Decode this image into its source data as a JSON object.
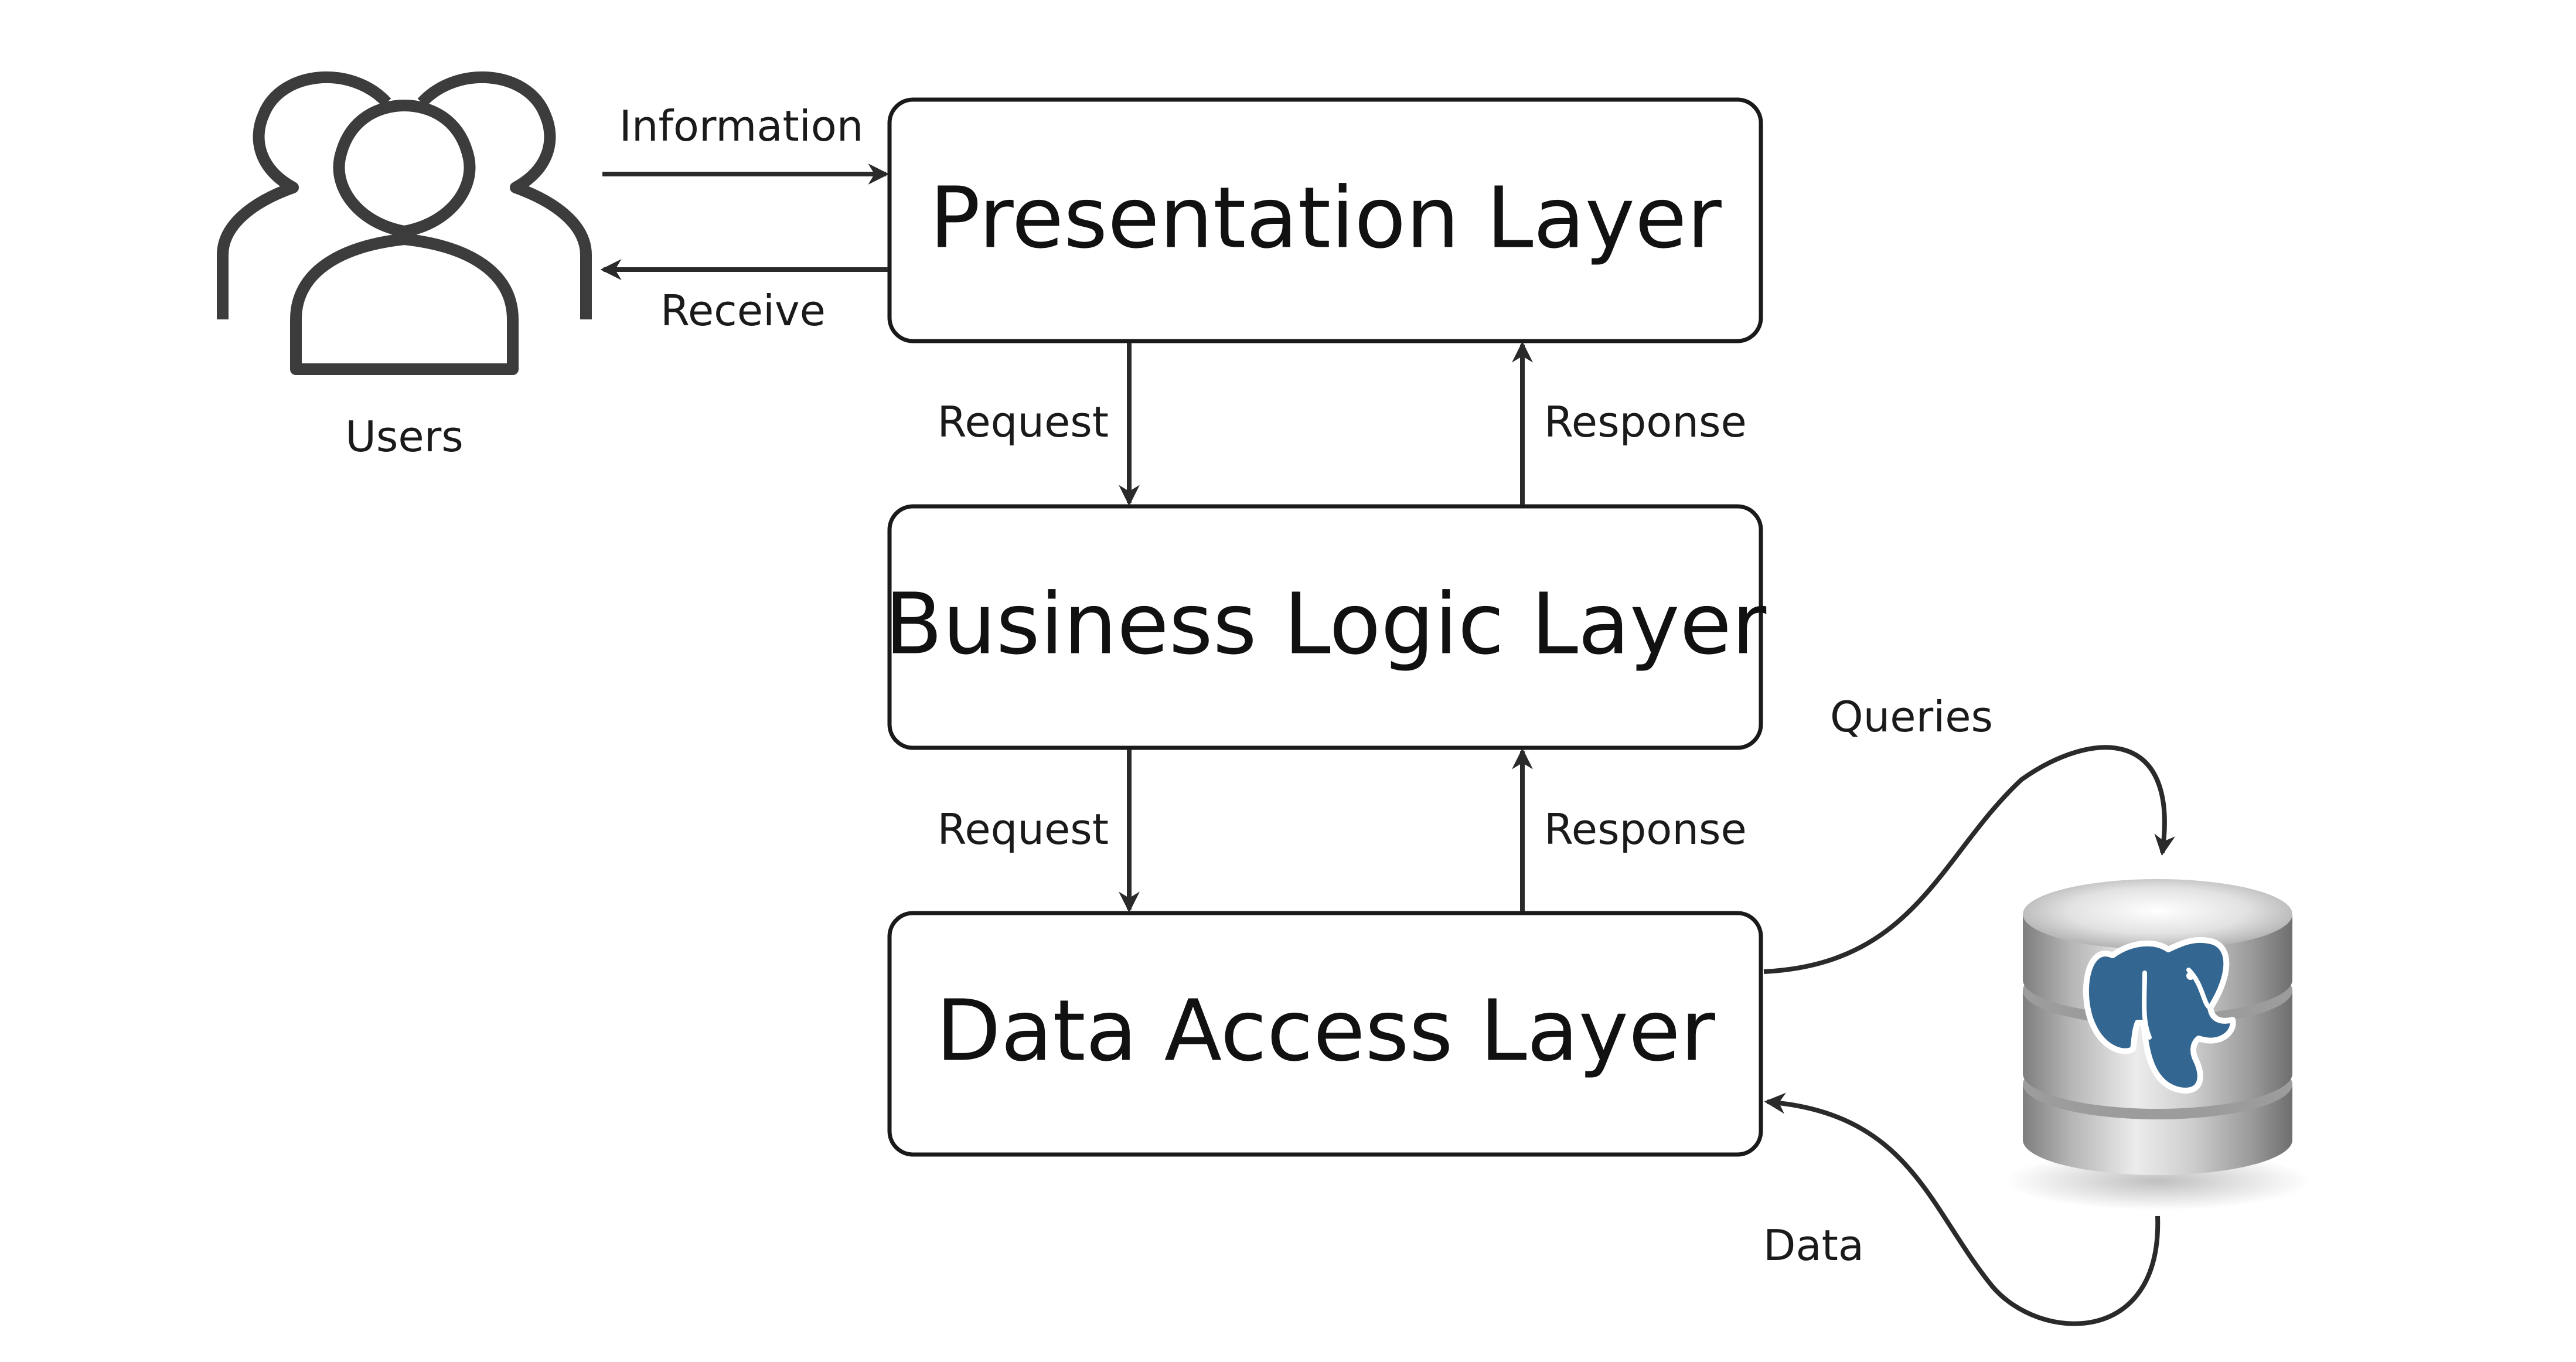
{
  "layers": {
    "presentation": "Presentation Layer",
    "business": "Business Logic Layer",
    "data_access": "Data Access Layer"
  },
  "users": {
    "label": "Users",
    "icon": "users-icon"
  },
  "edges": {
    "information": "Information",
    "receive": "Receive",
    "request_top": "Request",
    "response_top": "Response",
    "request_bottom": "Request",
    "response_bottom": "Response",
    "queries": "Queries",
    "data": "Data"
  },
  "database": {
    "icon": "postgresql-database-icon"
  },
  "colors": {
    "stroke": "#1a1a1a",
    "elephant": "#336791",
    "cylinder": "#b9b9b9"
  }
}
